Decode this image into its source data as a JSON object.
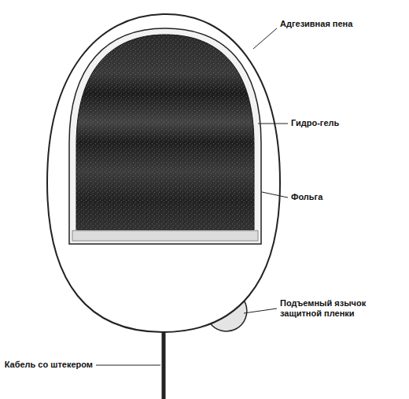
{
  "diagram": {
    "labels": [
      "Адгезивная пена",
      "Гидро-гель",
      "Фольга",
      "Подъемный язычок защитной пленки",
      "Кабель со штекером"
    ]
  }
}
